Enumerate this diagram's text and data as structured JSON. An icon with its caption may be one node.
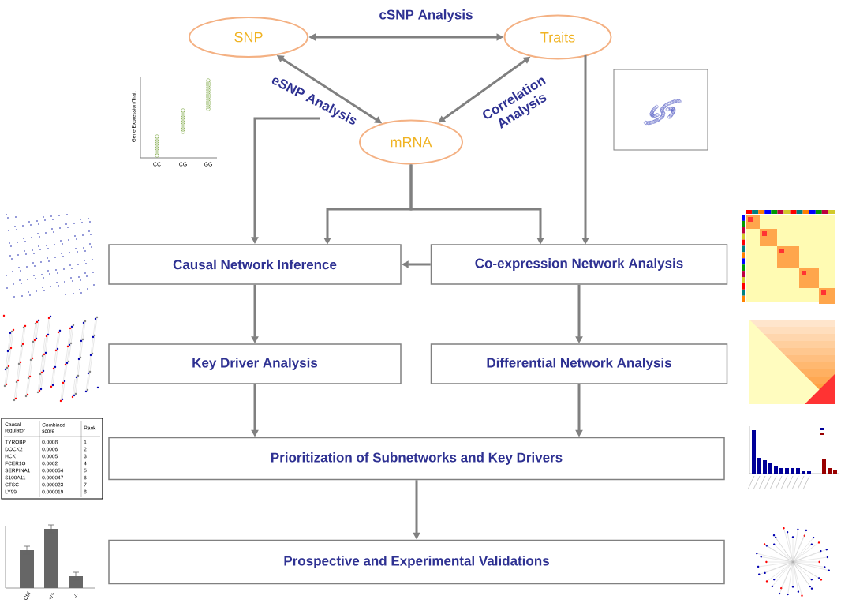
{
  "diagram": {
    "nodes": [
      {
        "text": [
          "SNP"
        ]
      },
      {
        "text": [
          "Traits"
        ]
      },
      {
        "text": [
          "mRNA"
        ]
      },
      {
        "text": [
          "Causal Network Inference"
        ]
      },
      {
        "text": [
          "Co-expression Network Analysis"
        ]
      },
      {
        "text": [
          "Key Driver Analysis"
        ]
      },
      {
        "text": [
          "Differential Network Analysis"
        ]
      },
      {
        "text": [
          "Prioritization of Subnetworks and Key Drivers"
        ]
      },
      {
        "text": [
          "Prospective and Experimental Validations"
        ]
      }
    ],
    "edges": [
      {
        "from": 0,
        "to": 1,
        "arrow": "both",
        "label": "cSNP Analysis"
      },
      {
        "from": 0,
        "to": 2,
        "arrow": "both",
        "label": "eSNP Analysis"
      },
      {
        "from": 1,
        "to": 2,
        "arrow": "both",
        "label": "Correlation Analysis"
      },
      {
        "from": null,
        "to": 3,
        "arrow": "to"
      },
      {
        "from": 2,
        "to": 3,
        "arrow": "to"
      },
      {
        "from": 2,
        "to": 4,
        "arrow": "to"
      },
      {
        "from": 1,
        "to": 4,
        "arrow": "to"
      },
      {
        "from": 4,
        "to": 3,
        "arrow": "to"
      },
      {
        "from": 3,
        "to": 5,
        "arrow": "to"
      },
      {
        "from": 4,
        "to": 6,
        "arrow": "to"
      },
      {
        "from": 5,
        "to": 7,
        "arrow": "to"
      },
      {
        "from": 6,
        "to": 7,
        "arrow": "to"
      },
      {
        "from": 7,
        "to": 8,
        "arrow": "to"
      }
    ],
    "labels": [
      "Gene Expression/Trait",
      "CC",
      "CG",
      "GG",
      "Causal regulator",
      "Combined score",
      "Rank",
      "TYROBP",
      "0.0008",
      "1",
      "DOCK2",
      "0.0006",
      "2",
      "HCK",
      "0.0005",
      "3",
      "FCER1G",
      "0.0002",
      "4",
      "SERPINA1",
      "0.000054",
      "5",
      "S100A11",
      "0.000047",
      "6",
      "CTSC",
      "0.000023",
      "7",
      "LY99",
      "0.000019",
      "8",
      "Ctrl",
      "+/+",
      "-/-"
    ]
  }
}
